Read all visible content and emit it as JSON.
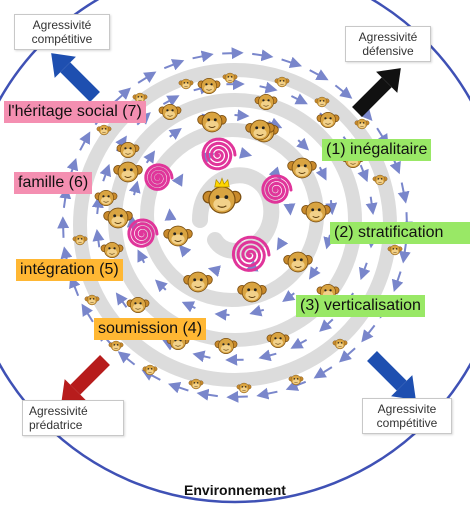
{
  "corner_labels": {
    "top_left": "Agressivité\ncompétitive",
    "top_right": "Agressivité\ndéfensive",
    "bottom_left": "Agressivité\nprédatrice",
    "bottom_right": "Agressivite\ncompétitive"
  },
  "stage_labels": {
    "heritage": "l'héritage social (7)",
    "famille": "famille (6)",
    "integration": "intégration (5)",
    "soumission": "soumission (4)",
    "inegalitaire": "(1) inégalitaire",
    "stratification": "(2) stratification",
    "verticalisation": "(3) verticalisation"
  },
  "footer": {
    "environment": "Environnement"
  },
  "colors": {
    "pink_label": "#f48fb1",
    "green_label": "#99e866",
    "orange_label": "#ffb733",
    "environment_circle": "#3f51b5",
    "spiral_band": "#d9d9d9",
    "spiral_icon": "#e0359a",
    "arrow_blue": "#1e4fb0",
    "arrow_black": "#111111",
    "arrow_red": "#b71c1c",
    "monkey_face": "#d9a441"
  },
  "icons": [
    "monkey-face-icon",
    "pink-spiral-icon",
    "crown-icon",
    "arrow-icon"
  ]
}
